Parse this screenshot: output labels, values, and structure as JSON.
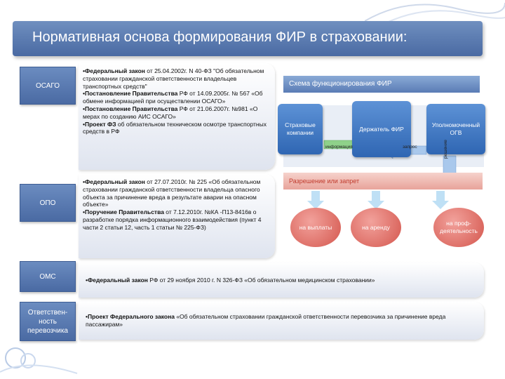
{
  "title": "Нормативная основа  формирования ФИР в страховании:",
  "sections": [
    {
      "label": "ОСАГО",
      "items": [
        {
          "bold": "•Федеральный закон",
          "text": " от 25.04.2002г. N 40-ФЗ \"Об обязательном страховании гражданской ответственности владельцев транспортных средств\""
        },
        {
          "bold": "•Постановление Правительства",
          "text": " РФ от 14.09.2005г. № 567 «Об обмене информацией при осуществлении ОСАГО»"
        },
        {
          "bold": "•Постановление Правительства",
          "text": " РФ от 21.06.2007г. №981 «О мерах по созданию АИС ОСАГО»"
        },
        {
          "bold": "•Проект ФЗ",
          "text": " об обязательном техническом осмотре транспортных средств в РФ"
        }
      ]
    },
    {
      "label": "ОПО",
      "items": [
        {
          "bold": "•Федеральный закон",
          "text": " от 27.07.2010г. № 225 «Об обязательном страховании гражданской ответственности владельца опасного объекта за причинение вреда в результате аварии на опасном объекте»"
        },
        {
          "bold": "•Поручение Правительства",
          "text": " от 7.12.2010г.          №КА -П13-8416в о разработке порядка информационного взаимодействия (пункт 4 части 2 статьи 12, часть 1 статьи № 225-ФЗ)"
        }
      ]
    },
    {
      "label": "ОМС",
      "items": [
        {
          "bold": "•Федеральный закон",
          "text": " РФ от 29 ноября 2010 г. N 326-ФЗ «Об обязательном медицинском страховании»"
        }
      ]
    },
    {
      "label": "Ответствен-ность перевозчика",
      "items": [
        {
          "bold": "•Проект Федерального закона",
          "text": " «Об обязательном страховании гражданской ответственности перевозчика за причинение вреда пассажирам»"
        }
      ]
    }
  ],
  "diagram": {
    "title": "Схема функционирования ФИР",
    "insurers": "Страховые компании",
    "holder": "Держатель ФИР",
    "authority": "Уполномоченный ОГВ",
    "info_label": "информация",
    "request_label": "запрос",
    "decision_label": "решение",
    "permission_bar": "Разрешение или запрет",
    "outcomes": [
      "на выплаты",
      "на аренду",
      "на проф-деятельность"
    ]
  },
  "colors": {
    "accent": "#4a6aa3",
    "diagram_blue": "#2f66b3",
    "ellipse_red": "#d4564d",
    "bar_pink": "#e8a39a"
  }
}
